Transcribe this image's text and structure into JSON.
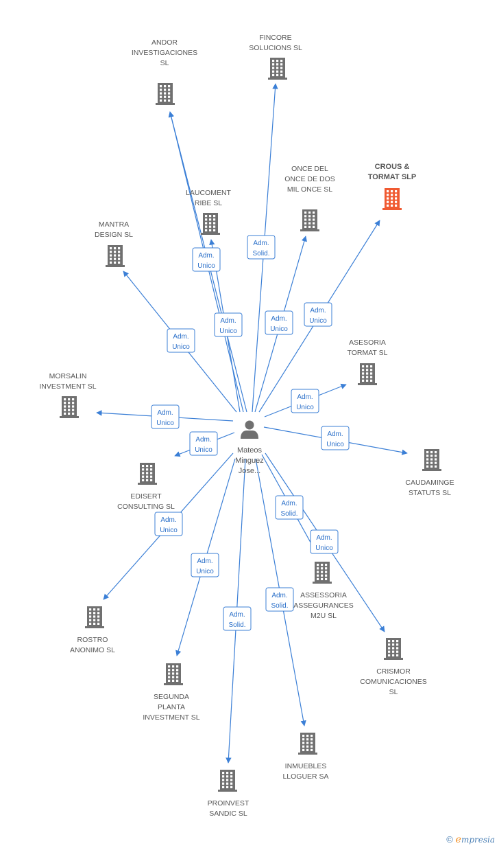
{
  "center": {
    "name": [
      "Mateos",
      "Minguez",
      "Jose..."
    ],
    "icon": "person-icon"
  },
  "colors": {
    "edge": "#3b7fd6",
    "building": "#707070",
    "highlight": "#f05a32",
    "label_box_border": "#3b7fd6"
  },
  "nodes": [
    {
      "id": "andor",
      "label": [
        "ANDOR",
        "INVESTIGACIONES",
        "SL"
      ],
      "icon": "building-icon",
      "edge_label": [
        "Adm.",
        "Unico"
      ]
    },
    {
      "id": "fincore",
      "label": [
        "FINCORE",
        "SOLUCIONS SL"
      ],
      "icon": "building-icon",
      "edge_label": [
        "Adm.",
        "Solid."
      ]
    },
    {
      "id": "laucoment",
      "label": [
        "LAUCOMENT",
        "RIBE SL"
      ],
      "icon": "building-icon",
      "edge_label": [
        "Adm.",
        "Unico"
      ]
    },
    {
      "id": "once",
      "label": [
        "ONCE DEL",
        "ONCE DE DOS",
        "MIL ONCE SL"
      ],
      "icon": "building-icon",
      "edge_label": [
        "Adm.",
        "Unico"
      ]
    },
    {
      "id": "crous",
      "label": [
        "CROUS &",
        "TORMAT SLP"
      ],
      "icon": "building-icon",
      "highlight": true,
      "edge_label": [
        "Adm.",
        "Unico"
      ]
    },
    {
      "id": "mantra",
      "label": [
        "MANTRA",
        "DESIGN SL"
      ],
      "icon": "building-icon",
      "edge_label": [
        "Adm.",
        "Unico"
      ]
    },
    {
      "id": "andor2",
      "label": [],
      "icon": "",
      "edge_label": [
        "Adm.",
        "Unico"
      ]
    },
    {
      "id": "asesoria",
      "label": [
        "ASESORIA",
        "TORMAT SL"
      ],
      "icon": "building-icon",
      "edge_label": [
        "Adm.",
        "Unico"
      ]
    },
    {
      "id": "morsalin",
      "label": [
        "MORSALIN",
        "INVESTMENT SL"
      ],
      "icon": "building-icon",
      "edge_label": [
        "Adm.",
        "Unico"
      ]
    },
    {
      "id": "edisert",
      "label": [
        "EDISERT",
        "CONSULTING SL"
      ],
      "icon": "building-icon",
      "edge_label": [
        "Adm.",
        "Unico"
      ]
    },
    {
      "id": "caudaminge",
      "label": [
        "CAUDAMINGE",
        "STATUTS SL"
      ],
      "icon": "building-icon",
      "edge_label": [
        "Adm.",
        "Unico"
      ]
    },
    {
      "id": "rostro",
      "label": [
        "ROSTRO",
        "ANONIMO SL"
      ],
      "icon": "building-icon",
      "edge_label": [
        "Adm.",
        "Unico"
      ]
    },
    {
      "id": "assessoria",
      "label": [
        "ASSESSORIA",
        "ASSEGURANCES",
        "M2U SL"
      ],
      "icon": "building-icon",
      "edge_label": [
        "Adm.",
        "Solid."
      ]
    },
    {
      "id": "crismor",
      "label": [
        "CRISMOR",
        "COMUNICACIONES",
        "SL"
      ],
      "icon": "building-icon",
      "edge_label": [
        "Adm.",
        "Unico"
      ]
    },
    {
      "id": "segunda",
      "label": [
        "SEGUNDA",
        "PLANTA",
        "INVESTMENT SL"
      ],
      "icon": "building-icon",
      "edge_label": [
        "Adm.",
        "Unico"
      ]
    },
    {
      "id": "inmuebles",
      "label": [
        "INMUEBLES",
        "LLOGUER SA"
      ],
      "icon": "building-icon",
      "edge_label": [
        "Adm.",
        "Solid."
      ]
    },
    {
      "id": "proinvest",
      "label": [
        "PROINVEST",
        "SANDIC SL"
      ],
      "icon": "building-icon",
      "edge_label": [
        "Adm.",
        "Solid."
      ]
    }
  ],
  "footer": {
    "copyright": "©",
    "brand_initial": "e",
    "brand_rest": "mpresia"
  }
}
